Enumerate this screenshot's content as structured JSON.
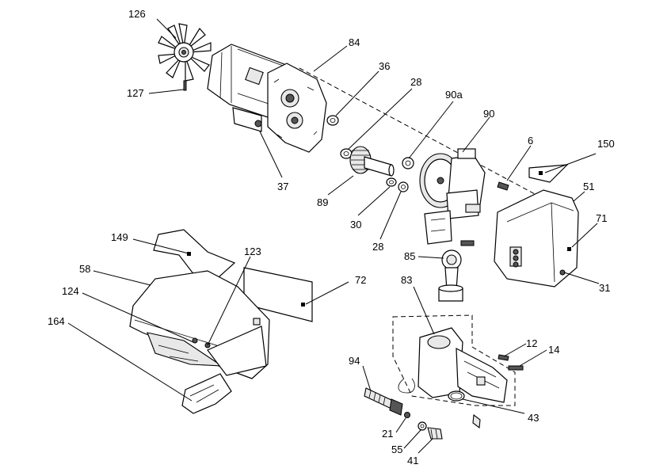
{
  "callouts": {
    "c126": "126",
    "c127": "127",
    "c84": "84",
    "c36": "36",
    "c28a": "28",
    "c90a": "90a",
    "c90": "90",
    "c6": "6",
    "c150": "150",
    "c37": "37",
    "c89": "89",
    "c30": "30",
    "c28b": "28",
    "c51": "51",
    "c71": "71",
    "c31": "31",
    "c149": "149",
    "c123": "123",
    "c58": "58",
    "c72": "72",
    "c85": "85",
    "c124": "124",
    "c83": "83",
    "c164": "164",
    "c12": "12",
    "c14": "14",
    "c94": "94",
    "c43": "43",
    "c21": "21",
    "c55": "55",
    "c41": "41"
  }
}
